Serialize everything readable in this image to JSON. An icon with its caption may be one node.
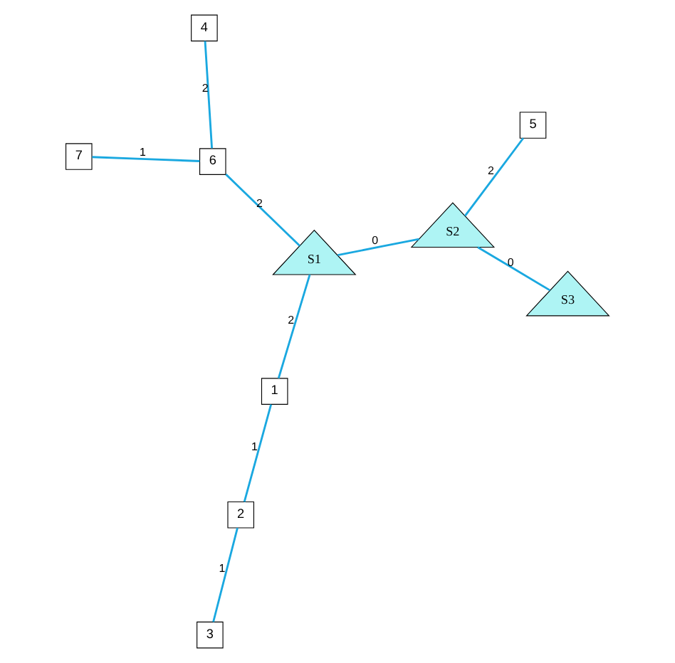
{
  "diagram": {
    "nodes": [
      {
        "text": [
          "1"
        ]
      },
      {
        "text": [
          "2"
        ]
      },
      {
        "text": [
          "3"
        ]
      },
      {
        "text": [
          "4"
        ]
      },
      {
        "text": [
          "5"
        ]
      },
      {
        "text": [
          "6"
        ]
      },
      {
        "text": [
          "7"
        ]
      },
      {
        "text": [
          "S1"
        ]
      },
      {
        "text": [
          "S2"
        ]
      },
      {
        "text": [
          "S3"
        ]
      }
    ],
    "edges": [
      {
        "from": 1,
        "to": 0,
        "arrow": "none",
        "label": "1"
      },
      {
        "from": 0,
        "to": 7,
        "arrow": "none",
        "label": "2"
      },
      {
        "from": 2,
        "to": 1,
        "arrow": "none",
        "label": "1"
      },
      {
        "from": 7,
        "to": 8,
        "arrow": "none",
        "label": "0"
      },
      {
        "from": 8,
        "to": 9,
        "arrow": "none",
        "label": "0"
      },
      {
        "from": 7,
        "to": 5,
        "arrow": "none",
        "label": "2"
      },
      {
        "from": 8,
        "to": 4,
        "arrow": "none",
        "label": "2"
      },
      {
        "from": 3,
        "to": 5,
        "arrow": "none",
        "label": "2"
      },
      {
        "from": 5,
        "to": 6,
        "arrow": "none",
        "label": "1"
      }
    ]
  }
}
